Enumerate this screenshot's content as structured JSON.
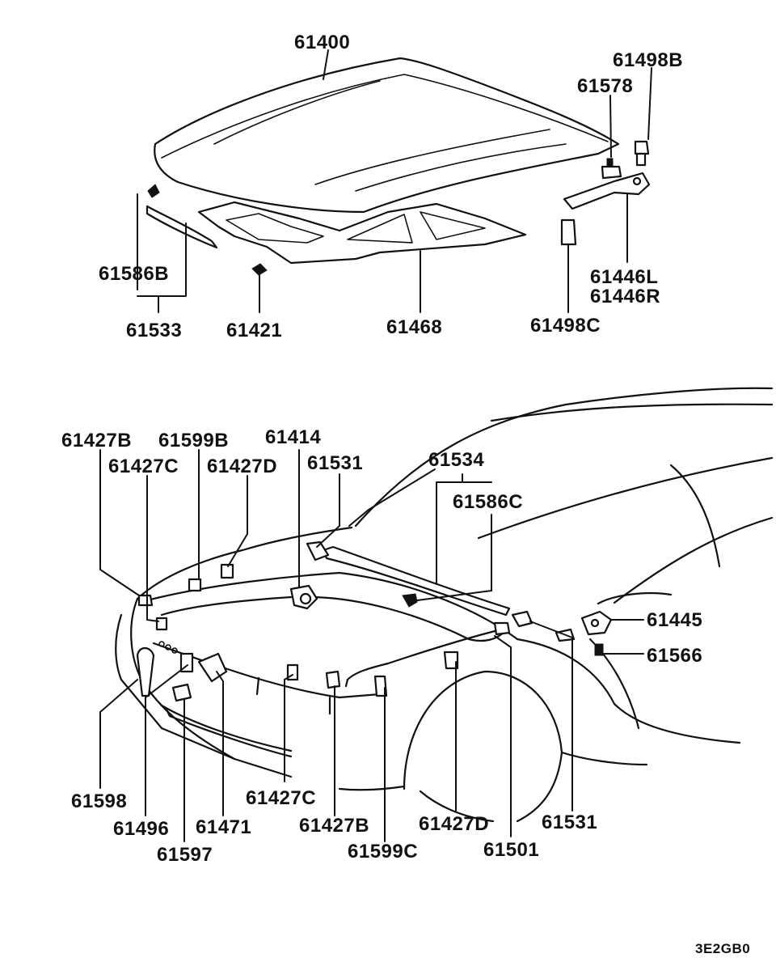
{
  "labels": {
    "l61400": "61400",
    "l61498B": "61498B",
    "l61578": "61578",
    "l61586B": "61586B",
    "l61533": "61533",
    "l61421": "61421",
    "l61468": "61468",
    "l61446L": "61446L",
    "l61446R": "61446R",
    "l61498C": "61498C",
    "l61427B_top": "61427B",
    "l61599B": "61599B",
    "l61414": "61414",
    "l61427C_top": "61427C",
    "l61427D_top": "61427D",
    "l61531_top": "61531",
    "l61534": "61534",
    "l61586C": "61586C",
    "l61445": "61445",
    "l61566": "61566",
    "l61598": "61598",
    "l61496": "61496",
    "l61471": "61471",
    "l61597": "61597",
    "l61427C_bot": "61427C",
    "l61427B_bot": "61427B",
    "l61599C": "61599C",
    "l61427D_bot": "61427D",
    "l61501": "61501",
    "l61531_bot": "61531"
  },
  "figure_code": "3E2GB0"
}
